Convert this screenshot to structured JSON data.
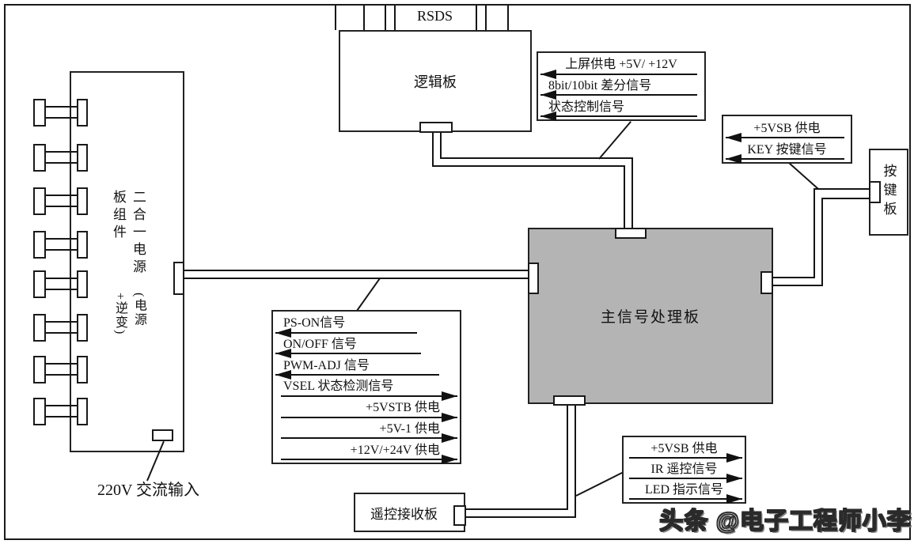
{
  "colors": {
    "line": "#151515",
    "main_board_fill": "#b4b4b4",
    "background": "#ffffff"
  },
  "top_connector": {
    "label": "RSDS"
  },
  "boards": {
    "logic": {
      "label": "逻辑板"
    },
    "main": {
      "label": "主信号处理板"
    },
    "keypad": {
      "label": "按键板"
    },
    "remote": {
      "label": "遥控接收板"
    },
    "power": {
      "label_main": "二合一电源板组件",
      "label_sub": "(电源+逆变)"
    }
  },
  "labels": {
    "ac_input": "220V 交流输入",
    "watermark": "头条 @电子工程师小李"
  },
  "signal_boxes": {
    "logic_main": {
      "rows": [
        {
          "text": "上屏供电 +5V/ +12V",
          "dir": "left",
          "align": "center"
        },
        {
          "text": "8bit/10bit 差分信号",
          "dir": "left",
          "align": "left"
        },
        {
          "text": "状态控制信号",
          "dir": "left",
          "align": "left"
        }
      ]
    },
    "key_main": {
      "rows": [
        {
          "text": "+5VSB 供电",
          "dir": "left",
          "align": "center"
        },
        {
          "text": "KEY 按键信号",
          "dir": "left",
          "align": "center"
        }
      ]
    },
    "power_main": {
      "rows": [
        {
          "text": "PS-ON信号",
          "dir": "left",
          "align": "left",
          "w": 78
        },
        {
          "text": "ON/OFF 信号",
          "dir": "left",
          "align": "left",
          "w": 80
        },
        {
          "text": "PWM-ADJ 信号",
          "dir": "left",
          "align": "left",
          "w": 90
        },
        {
          "text": "VSEL 状态检测信号",
          "dir": "right",
          "align": "left"
        },
        {
          "text": "+5VSTB 供电",
          "dir": "right",
          "align": "right"
        },
        {
          "text": "+5V-1 供电",
          "dir": "right",
          "align": "right"
        },
        {
          "text": "+12V/+24V 供电",
          "dir": "right",
          "align": "right"
        }
      ]
    },
    "main_remote": {
      "rows": [
        {
          "text": "+5VSB 供电",
          "dir": "right",
          "align": "center"
        },
        {
          "text": "IR 遥控信号",
          "dir": "right",
          "align": "center"
        },
        {
          "text": "LED 指示信号",
          "dir": "right",
          "align": "center"
        }
      ]
    }
  }
}
